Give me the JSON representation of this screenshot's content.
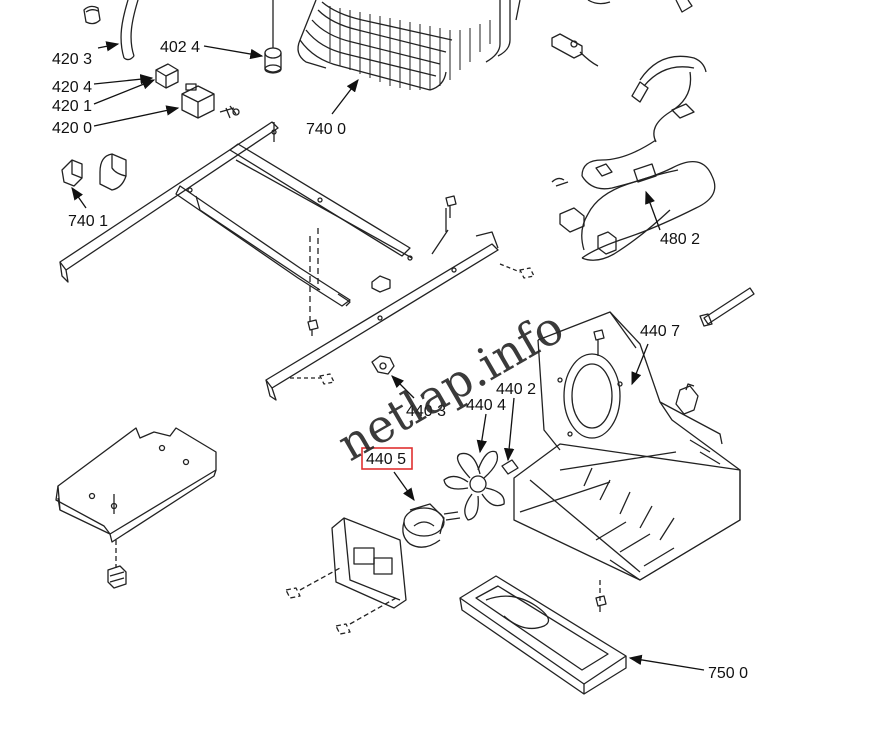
{
  "labels": {
    "p4203": "420 3",
    "p4024": "402 4",
    "p4204": "420 4",
    "p4201": "420 1",
    "p4200": "420 0",
    "p7400": "740 0",
    "p7401": "740 1",
    "p4802": "480 2",
    "p4407": "440 7",
    "p4403": "440 3",
    "p4404": "440 4",
    "p4402": "440 2",
    "p4405": "440 5",
    "p7500": "750 0"
  },
  "watermark": "netlap.info",
  "highlight": {
    "part": "440 5",
    "color": "#e03030"
  }
}
